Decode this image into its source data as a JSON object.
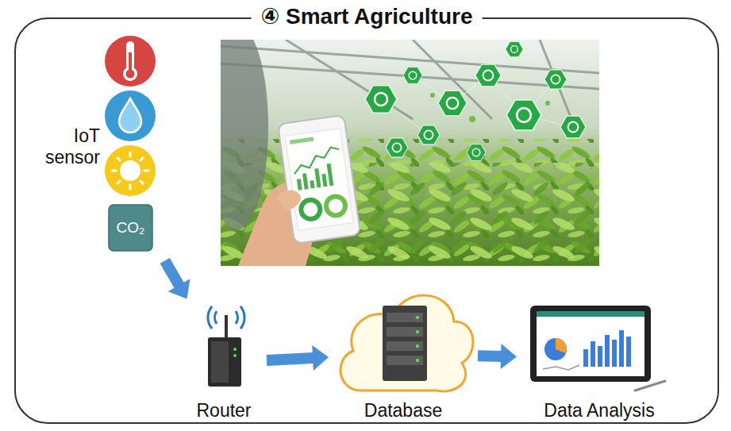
{
  "diagram": {
    "nodes": [
      {
        "text": [
          "④ Smart Agriculture"
        ]
      },
      {
        "text": [
          "IoT sensor"
        ],
        "in": 0
      },
      {
        "text": [
          "Router"
        ],
        "in": 0
      },
      {
        "text": [
          "Database"
        ],
        "in": 0
      },
      {
        "text": [
          "Data Analysis"
        ],
        "in": 0
      }
    ],
    "edges": [
      {
        "from": 1,
        "to": 2,
        "arrow": "to"
      },
      {
        "from": 2,
        "to": 3,
        "arrow": "to"
      },
      {
        "from": 3,
        "to": 4,
        "arrow": "to"
      }
    ],
    "labels": [
      "CO₂"
    ]
  }
}
